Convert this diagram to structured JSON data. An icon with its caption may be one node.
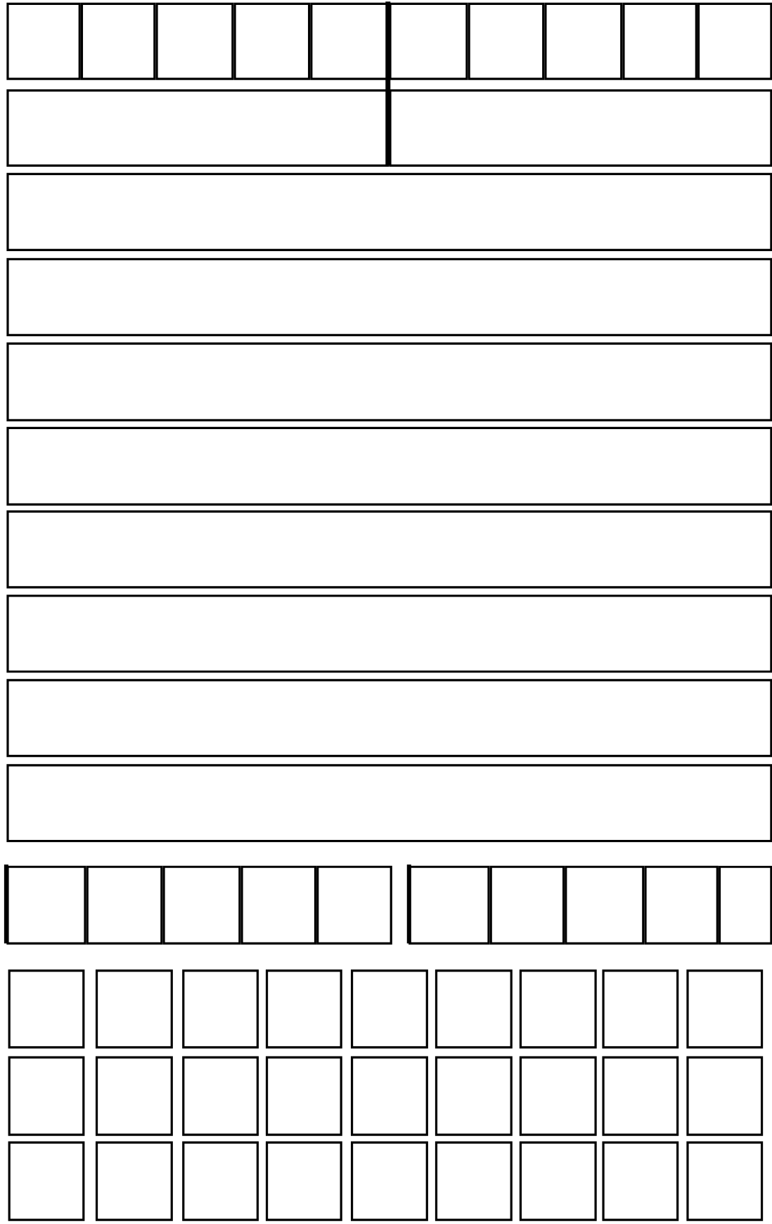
{
  "diagram": {
    "nodes": [
      {
        "text": [],
        "shape": "box"
      },
      {
        "text": [],
        "shape": "box"
      },
      {
        "text": [],
        "shape": "box"
      },
      {
        "text": [],
        "shape": "box"
      },
      {
        "text": [],
        "shape": "box"
      },
      {
        "text": [],
        "shape": "box"
      },
      {
        "text": [],
        "shape": "box"
      },
      {
        "text": [],
        "shape": "box"
      },
      {
        "text": [],
        "shape": "box"
      },
      {
        "text": [],
        "shape": "box"
      },
      {
        "text": [],
        "shape": "box"
      },
      {
        "text": [],
        "shape": "box"
      },
      {
        "text": [],
        "shape": "box"
      },
      {
        "text": [],
        "shape": "box"
      },
      {
        "text": [],
        "shape": "box"
      },
      {
        "text": [],
        "shape": "box"
      },
      {
        "text": [],
        "shape": "box"
      },
      {
        "text": [],
        "shape": "box"
      },
      {
        "text": [],
        "shape": "box"
      },
      {
        "text": [],
        "shape": "box"
      },
      {
        "text": [],
        "shape": "box"
      },
      {
        "text": [],
        "shape": "box"
      },
      {
        "text": [],
        "shape": "box"
      },
      {
        "text": [],
        "shape": "box"
      },
      {
        "text": [],
        "shape": "box"
      },
      {
        "text": [],
        "shape": "box"
      },
      {
        "text": [],
        "shape": "box"
      },
      {
        "text": [],
        "shape": "box"
      },
      {
        "text": [],
        "shape": "box"
      },
      {
        "text": [],
        "shape": "box"
      },
      {
        "text": [],
        "shape": "box"
      },
      {
        "text": [],
        "shape": "box"
      },
      {
        "text": [],
        "shape": "box"
      },
      {
        "text": [],
        "shape": "box"
      },
      {
        "text": [],
        "shape": "box"
      },
      {
        "text": [],
        "shape": "box"
      },
      {
        "text": [],
        "shape": "box"
      },
      {
        "text": [],
        "shape": "box"
      },
      {
        "text": [],
        "shape": "box"
      },
      {
        "text": [],
        "shape": "box"
      },
      {
        "text": [],
        "shape": "box"
      },
      {
        "text": [],
        "shape": "box"
      },
      {
        "text": [],
        "shape": "box"
      },
      {
        "text": [],
        "shape": "box"
      },
      {
        "text": [],
        "shape": "box"
      },
      {
        "text": [],
        "shape": "box"
      },
      {
        "text": [],
        "shape": "box"
      },
      {
        "text": [],
        "shape": "box"
      },
      {
        "text": [],
        "shape": "box"
      },
      {
        "text": [],
        "shape": "box"
      },
      {
        "text": [],
        "shape": "box"
      },
      {
        "text": [],
        "shape": "box"
      },
      {
        "text": [],
        "shape": "box"
      },
      {
        "text": [],
        "shape": "box"
      },
      {
        "text": [],
        "shape": "box"
      },
      {
        "text": [],
        "shape": "box"
      },
      {
        "text": [],
        "shape": "box"
      }
    ]
  }
}
